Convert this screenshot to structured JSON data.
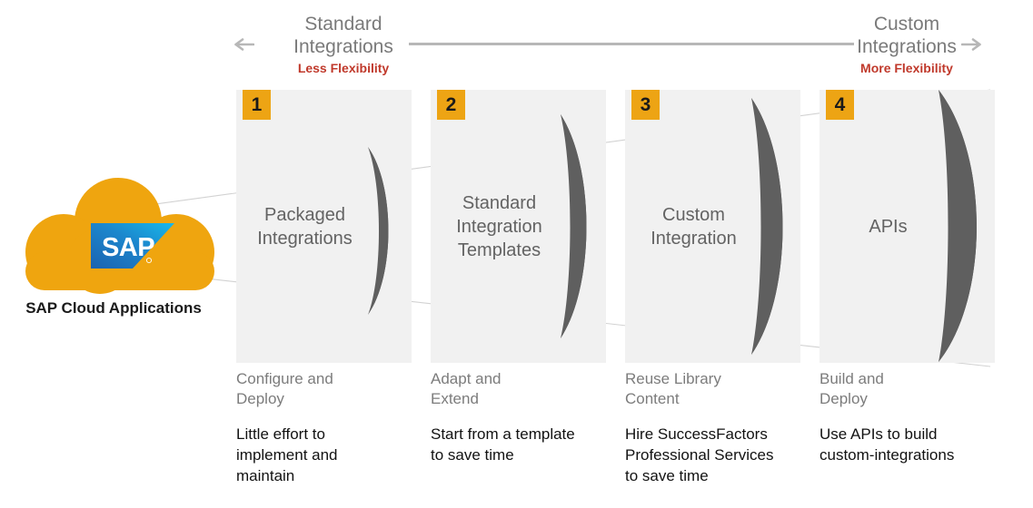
{
  "header": {
    "left": {
      "title": "Standard\nIntegrations",
      "title_line1": "Standard",
      "title_line2": "Integrations",
      "subtitle": "Less Flexibility",
      "arrow": "arrow-left-icon"
    },
    "right": {
      "title_line1": "Custom",
      "title_line2": "Integrations",
      "subtitle": "More Flexibility",
      "arrow": "arrow-right-icon"
    }
  },
  "source": {
    "logo_text": "SAP",
    "caption": "SAP Cloud\nApplications"
  },
  "stages": [
    {
      "number": "1",
      "title": "Packaged\nIntegrations",
      "caption_head": "Configure and\nDeploy",
      "caption_body": "Little effort to\nimplement and\nmaintain"
    },
    {
      "number": "2",
      "title": "Standard\nIntegration\nTemplates",
      "caption_head": "Adapt and\nExtend",
      "caption_body": "Start from a template\nto save time"
    },
    {
      "number": "3",
      "title": "Custom\nIntegration",
      "caption_head": "Reuse Library\nContent",
      "caption_body": "Hire SuccessFactors\nProfessional Services\nto save time"
    },
    {
      "number": "4",
      "title": "APIs",
      "caption_head": "Build and\nDeploy",
      "caption_body": "Use APIs to build\ncustom-integrations"
    }
  ],
  "colors": {
    "accent_orange": "#eda414",
    "cloud_orange": "#efa50f",
    "panel_gray": "#f1f1f1",
    "crescent_gray": "#5f5f5f",
    "heading_gray": "#7a7a7a",
    "flex_red": "#c0392b",
    "sap_blue_light": "#17b7e8",
    "sap_blue_dark": "#1b63b0"
  }
}
